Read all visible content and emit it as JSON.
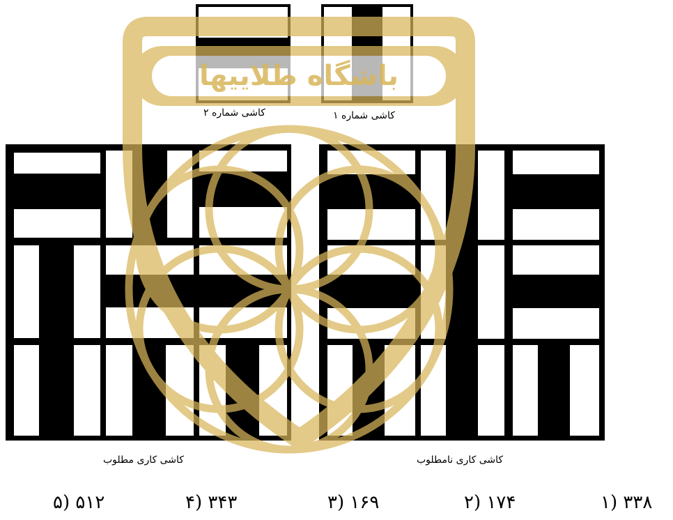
{
  "watermark": {
    "text": "باشگاه طلاییها"
  },
  "labels": {
    "tile1": "کاشی شماره ۱",
    "tile2": "کاشی شماره ۲",
    "desired": "کاشی کاری مطلوب",
    "undesired": "کاشی کاری نامطلوب"
  },
  "options": [
    {
      "text": "۳۳۸ (۱"
    },
    {
      "text": "۱۷۴ (۲"
    },
    {
      "text": "۱۶۹ (۳"
    },
    {
      "text": "۳۴۳ (۴"
    },
    {
      "text": "۵۱۲ (۵"
    }
  ],
  "colors": {
    "ink": "#000000",
    "paper": "#ffffff",
    "watermark": "#d9b65b"
  }
}
